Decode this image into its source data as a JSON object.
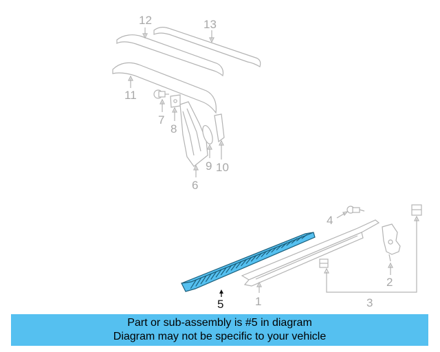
{
  "diagram": {
    "highlight_color": "#55c0f0",
    "callouts": {
      "c1": "1",
      "c2": "2",
      "c3": "3",
      "c4": "4",
      "c5": "5",
      "c6": "6",
      "c7": "7",
      "c8": "8",
      "c9": "9",
      "c10": "10",
      "c11": "11",
      "c12": "12",
      "c13": "13"
    },
    "highlighted_part": "5"
  },
  "caption": {
    "line1": "Part or sub-assembly is #5 in diagram",
    "line2": "Diagram may not be specific to your vehicle",
    "background": "#55c0f0"
  }
}
